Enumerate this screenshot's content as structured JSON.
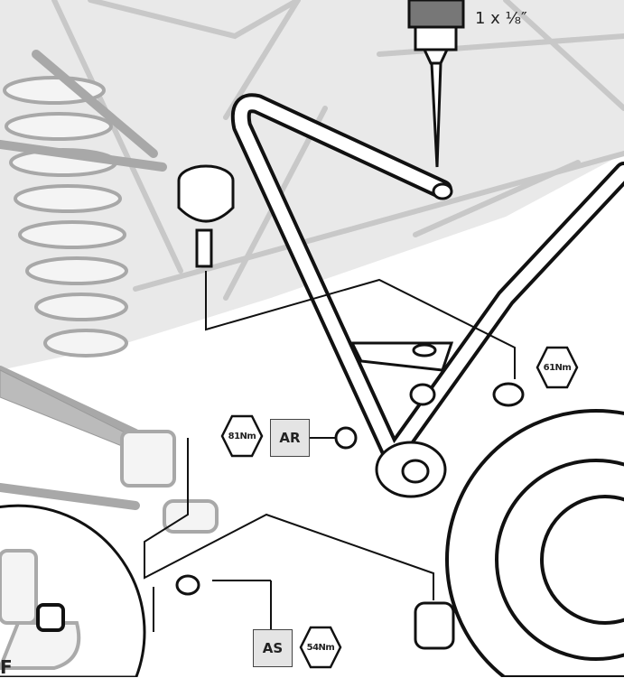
{
  "drill": {
    "label": "1 x ⅛″"
  },
  "parts": [
    {
      "code": "AR",
      "torque": "81Nm"
    },
    {
      "code": "AS",
      "torque": "54Nm"
    }
  ],
  "extra_torques": [
    "61Nm"
  ],
  "inset": {
    "label": "F"
  },
  "colors": {
    "line": "#111111",
    "ghost": "#bdbdbd",
    "background_frame": "#e8e8e8",
    "label_box": "#e4e4e4"
  }
}
